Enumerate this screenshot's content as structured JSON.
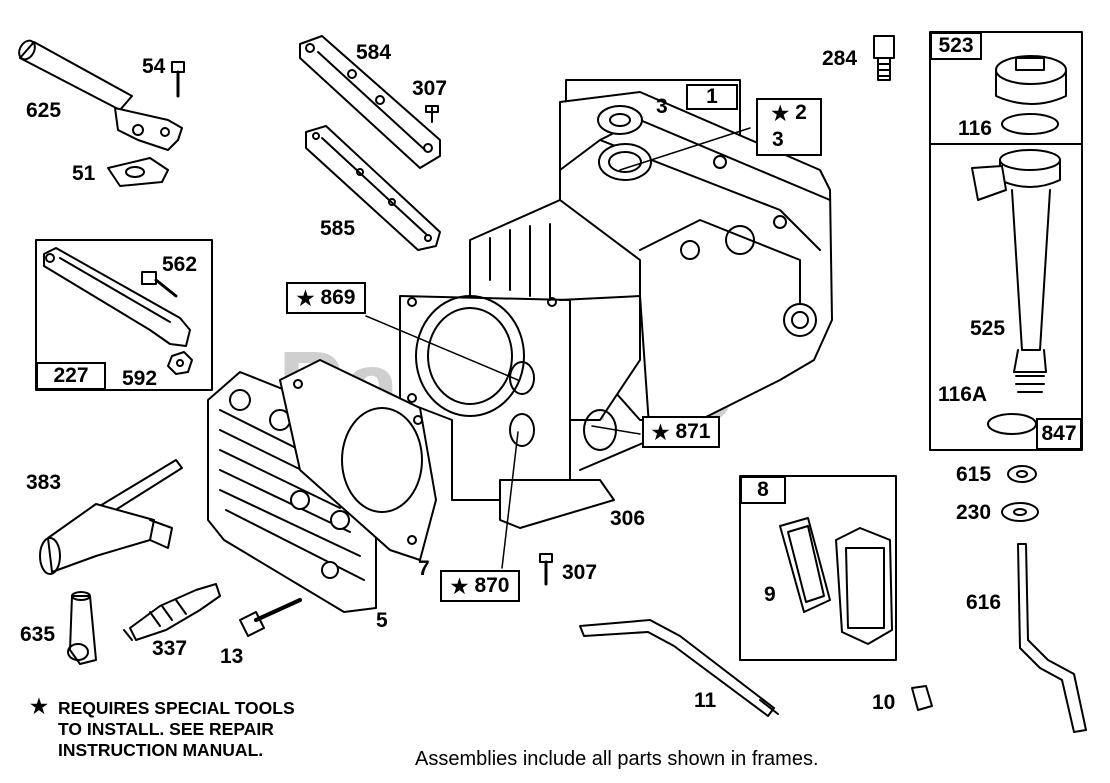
{
  "watermark": "PartsTree",
  "labels": {
    "p625": "625",
    "p54": "54",
    "p51": "51",
    "p584": "584",
    "p307a": "307",
    "p585": "585",
    "p284": "284",
    "p3a": "3",
    "p116": "116",
    "p562": "562",
    "p592": "592",
    "p525": "525",
    "p116a": "116A",
    "p383": "383",
    "p306": "306",
    "p7": "7",
    "p307b": "307",
    "p615": "615",
    "p230": "230",
    "p635": "635",
    "p337": "337",
    "p13": "13",
    "p5": "5",
    "p9": "9",
    "p616": "616",
    "p11": "11",
    "p10": "10"
  },
  "boxes": {
    "b1": "1",
    "b2": "2",
    "b3": "3",
    "b523": "523",
    "b227": "227",
    "b869": "869",
    "b871": "871",
    "b870": "870",
    "b847": "847",
    "b8": "8"
  },
  "star_symbol": "★",
  "note": {
    "line1": "REQUIRES SPECIAL TOOLS",
    "line2": "TO INSTALL.  SEE REPAIR",
    "line3": "INSTRUCTION MANUAL."
  },
  "footer": "Assemblies include all parts shown in frames."
}
